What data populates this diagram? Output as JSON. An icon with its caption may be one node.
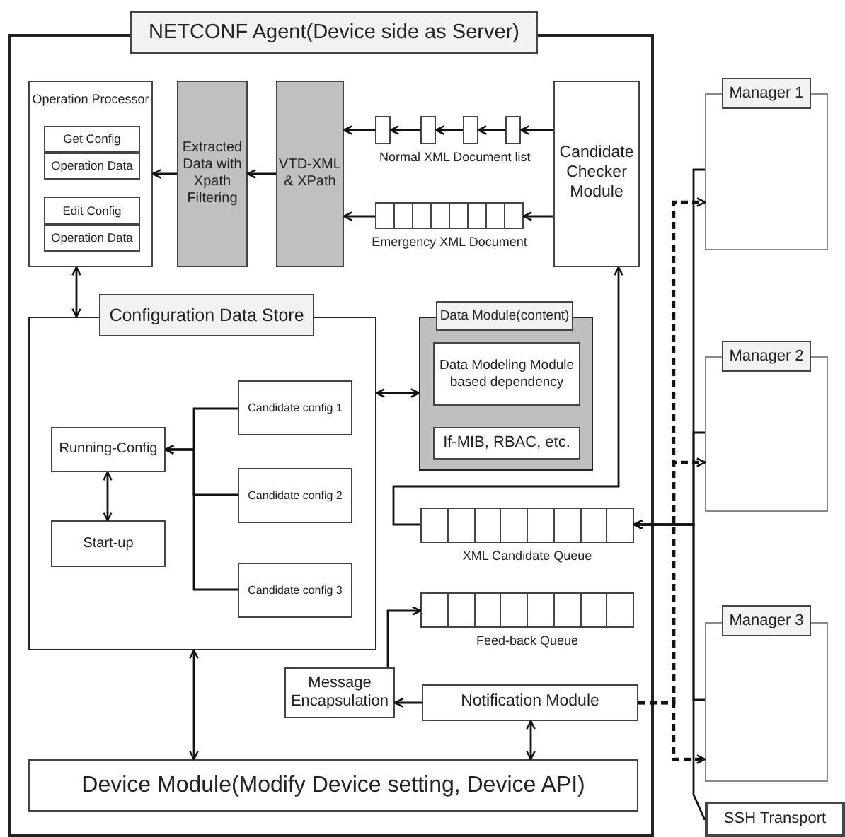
{
  "diagram": {
    "nodes": [
      {
        "text": [
          "NETCONF Agent(Device side as Server)"
        ]
      },
      {
        "text": [
          "Operation Processor"
        ],
        "in": 0
      },
      {
        "text": [
          "Get Config"
        ],
        "in": 1
      },
      {
        "text": [
          "Operation Data"
        ],
        "in": 1
      },
      {
        "text": [
          "Edit Config"
        ],
        "in": 1
      },
      {
        "text": [
          "Operation Data"
        ],
        "in": 1
      },
      {
        "text": [
          "Extracted Data with Xpath Filtering"
        ],
        "in": 0
      },
      {
        "text": [
          "VTD-XML & XPath"
        ],
        "in": 0
      },
      {
        "text": [],
        "shape": "box",
        "in": 0
      },
      {
        "text": [],
        "shape": "box",
        "in": 0
      },
      {
        "text": [],
        "shape": "box",
        "in": 0
      },
      {
        "text": [],
        "shape": "box",
        "in": 0
      },
      {
        "text": [
          "Emergency XML Document"
        ],
        "in": 0
      },
      {
        "text": [
          "Candidate Checker Module"
        ],
        "in": 0
      },
      {
        "text": [
          "Configuration Data Store"
        ],
        "in": 0
      },
      {
        "text": [
          "Candidate config 1"
        ],
        "in": 14
      },
      {
        "text": [
          "Running-Config"
        ],
        "in": 14
      },
      {
        "text": [
          "Candidate config 2"
        ],
        "in": 14
      },
      {
        "text": [
          "Start-up"
        ],
        "in": 14
      },
      {
        "text": [
          "Candidate config 3"
        ],
        "in": 14
      },
      {
        "text": [
          "Data Module(content)"
        ],
        "in": 0
      },
      {
        "text": [
          "Data Modeling Module based dependency"
        ],
        "in": 20
      },
      {
        "text": [
          "If-MIB, RBAC, etc."
        ],
        "in": 20
      },
      {
        "text": [
          "XML Candidate Queue"
        ],
        "in": 0
      },
      {
        "text": [
          "Feed-back Queue"
        ],
        "in": 0
      },
      {
        "text": [
          "Message Encapsulation"
        ],
        "in": 0
      },
      {
        "text": [
          "Notification Module"
        ],
        "in": 0
      },
      {
        "text": [
          "Device Module(Modify Device setting, Device API)"
        ],
        "in": 0
      },
      {
        "text": [
          "Manager 1"
        ]
      },
      {
        "text": [
          "Manager 2"
        ]
      },
      {
        "text": [
          "Manager 3"
        ]
      },
      {
        "text": [
          "SSH Transport"
        ]
      }
    ],
    "edges": [
      {
        "from": 13,
        "to": 11,
        "arrow": "to"
      },
      {
        "from": 11,
        "to": 10,
        "arrow": "to"
      },
      {
        "from": 10,
        "to": 9,
        "arrow": "to"
      },
      {
        "from": 9,
        "to": 8,
        "arrow": "to"
      },
      {
        "from": 8,
        "to": 7,
        "arrow": "to"
      },
      {
        "from": 13,
        "to": 12,
        "arrow": "to"
      },
      {
        "from": 12,
        "to": 7,
        "arrow": "to"
      },
      {
        "from": 7,
        "to": 6,
        "arrow": "to"
      },
      {
        "from": 6,
        "to": 1,
        "arrow": "to"
      },
      {
        "from": 1,
        "to": 14,
        "arrow": "both"
      },
      {
        "from": 15,
        "to": 16,
        "arrow": "to"
      },
      {
        "from": 17,
        "to": 16,
        "arrow": "to"
      },
      {
        "from": 19,
        "to": 16,
        "arrow": "to"
      },
      {
        "from": 16,
        "to": 18,
        "arrow": "both"
      },
      {
        "from": 14,
        "to": 20,
        "arrow": "both"
      },
      {
        "from": 23,
        "to": 13,
        "arrow": "to"
      },
      {
        "from": 28,
        "to": 23,
        "arrow": "to"
      },
      {
        "from": 29,
        "to": 23,
        "arrow": "to"
      },
      {
        "from": 30,
        "to": 23,
        "arrow": "to"
      },
      {
        "from": 31,
        "to": 23,
        "arrow": "to"
      },
      {
        "from": 25,
        "to": 24,
        "arrow": "to"
      },
      {
        "from": 26,
        "to": 25,
        "arrow": "to"
      },
      {
        "from": 26,
        "to": 27,
        "arrow": "both"
      },
      {
        "from": 14,
        "to": 27,
        "arrow": "both"
      },
      {
        "from": 26,
        "to": 28,
        "arrow": "to",
        "style": "dashed"
      },
      {
        "from": 26,
        "to": 29,
        "arrow": "to",
        "style": "dashed"
      },
      {
        "from": 26,
        "to": 30,
        "arrow": "to",
        "style": "dashed"
      }
    ],
    "labels": [
      "Normal XML Document list"
    ]
  }
}
